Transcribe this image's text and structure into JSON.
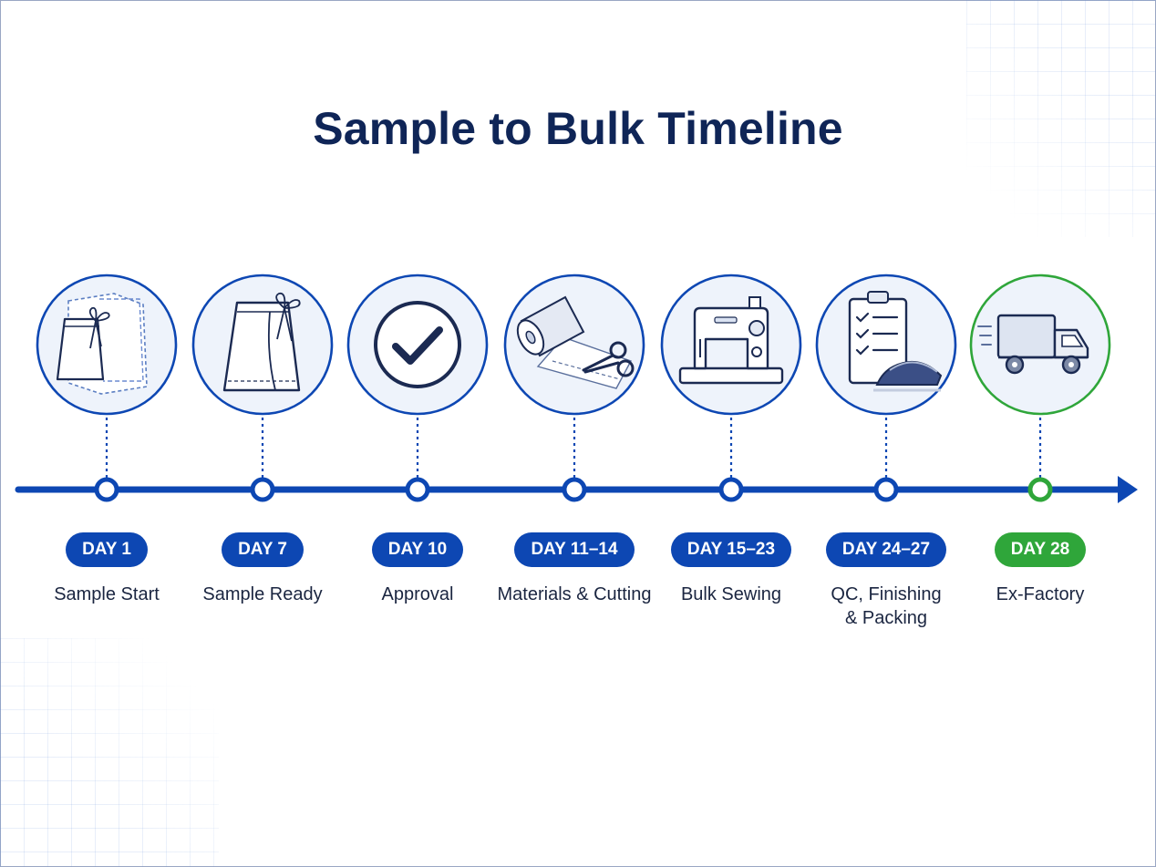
{
  "title": "Sample to Bulk Timeline",
  "colors": {
    "primary": "#0d47b3",
    "navy": "#0f2557",
    "accent_green": "#2fa63a",
    "icon_fill": "#eef3fb"
  },
  "stages": [
    {
      "day": "DAY 1",
      "label": "Sample Start",
      "icon": "skirt-pattern-icon",
      "highlight": false
    },
    {
      "day": "DAY 7",
      "label": "Sample Ready",
      "icon": "wrap-skirt-icon",
      "highlight": false
    },
    {
      "day": "DAY 10",
      "label": "Approval",
      "icon": "checkmark-icon",
      "highlight": false
    },
    {
      "day": "DAY 11–14",
      "label": "Materials & Cutting",
      "icon": "fabric-roll-scissors-icon",
      "highlight": false
    },
    {
      "day": "DAY 15–23",
      "label": "Bulk Sewing",
      "icon": "sewing-machine-icon",
      "highlight": false
    },
    {
      "day": "DAY 24–27",
      "label": "QC, Finishing\n& Packing",
      "icon": "clipboard-iron-icon",
      "highlight": false
    },
    {
      "day": "DAY 28",
      "label": "Ex-Factory",
      "icon": "delivery-truck-icon",
      "highlight": true
    }
  ]
}
